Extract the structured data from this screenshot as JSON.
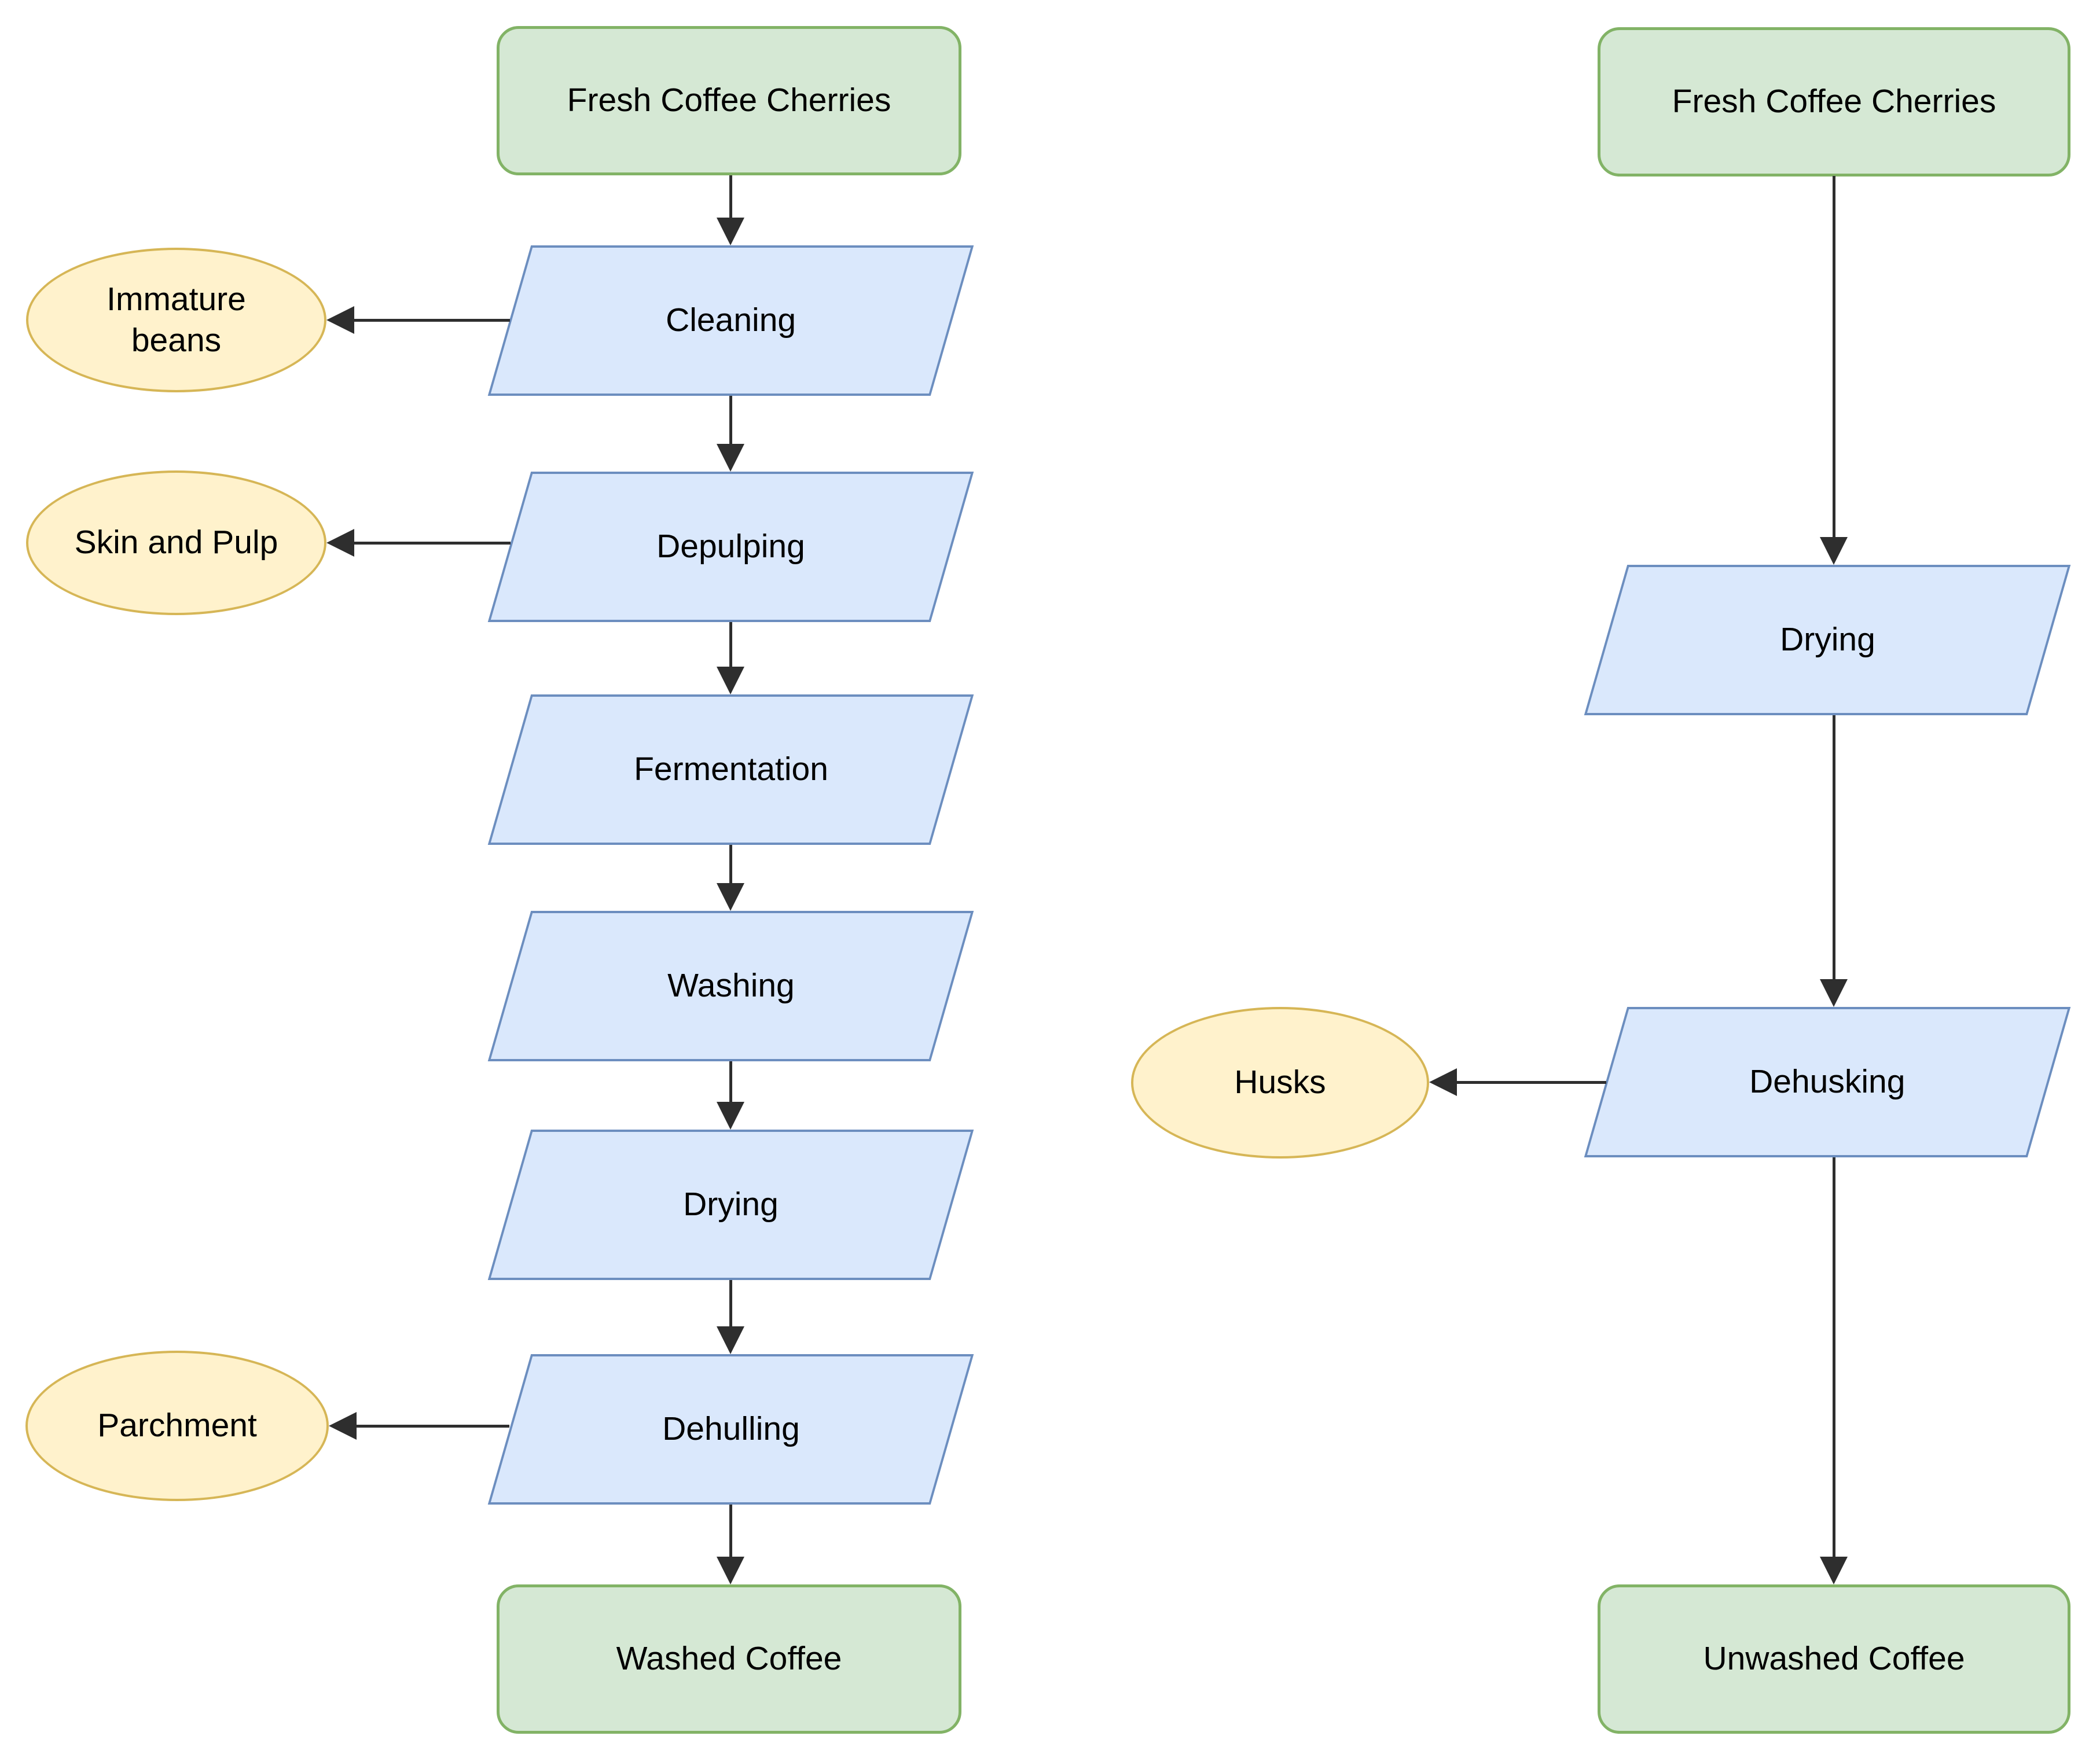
{
  "colors": {
    "page-bg": "#ffffff",
    "terminal-fill": "#d5e8d4",
    "terminal-stroke": "#82b366",
    "process-fill": "#dae8fc",
    "process-stroke": "#6c8ebf",
    "byproduct-fill": "#fff2cc",
    "byproduct-stroke": "#d6b656",
    "edge-color": "#2e2e2e",
    "text-color": "#000000"
  },
  "flows": {
    "washed": {
      "start": {
        "label": "Fresh Coffee Cherries",
        "type": "terminal"
      },
      "steps": [
        {
          "label": "Cleaning",
          "type": "process"
        },
        {
          "label": "Depulping",
          "type": "process"
        },
        {
          "label": "Fermentation",
          "type": "process"
        },
        {
          "label": "Washing",
          "type": "process"
        },
        {
          "label": "Drying",
          "type": "process"
        },
        {
          "label": "Dehulling",
          "type": "process"
        }
      ],
      "byproducts": [
        {
          "label": "Immature beans",
          "type": "byproduct",
          "from": "Cleaning"
        },
        {
          "label": "Skin and Pulp",
          "type": "byproduct",
          "from": "Depulping"
        },
        {
          "label": "Parchment",
          "type": "byproduct",
          "from": "Dehulling"
        }
      ],
      "end": {
        "label": "Washed Coffee",
        "type": "terminal"
      }
    },
    "natural": {
      "start": {
        "label": "Fresh Coffee Cherries",
        "type": "terminal"
      },
      "steps": [
        {
          "label": "Drying",
          "type": "process"
        },
        {
          "label": "Dehusking",
          "type": "process"
        }
      ],
      "byproducts": [
        {
          "label": "Husks",
          "type": "byproduct",
          "from": "Dehusking"
        }
      ],
      "end": {
        "label": "Unwashed Coffee",
        "type": "terminal"
      }
    }
  }
}
